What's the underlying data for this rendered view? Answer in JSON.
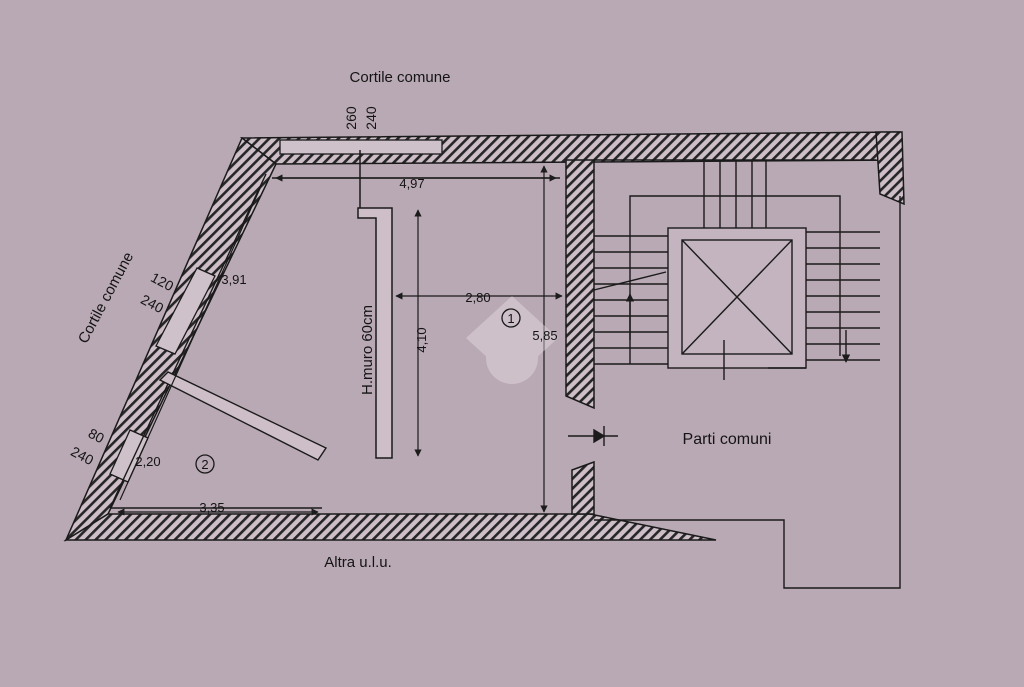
{
  "plan": {
    "labels": {
      "courtyard_top": "Cortile comune",
      "courtyard_left": "Cortile comune",
      "other_unit": "Altra u.l.u.",
      "common_parts": "Parti comuni",
      "wall_height": "H.muro 60cm"
    },
    "window_heights": {
      "top_sill": "260",
      "top_head": "240",
      "left_upper_sill": "120",
      "left_upper_head": "240",
      "left_lower_sill": "80",
      "left_lower_head": "240"
    },
    "dimensions": {
      "top_width": "4,97",
      "left_upper_side": "3,91",
      "left_lower_side": "2,20",
      "inner_width": "2,80",
      "wall_length": "4,10",
      "room_depth": "5,85",
      "bottom_width": "3,35"
    },
    "room_numbers": {
      "room_1": "1",
      "room_2": "2"
    }
  }
}
